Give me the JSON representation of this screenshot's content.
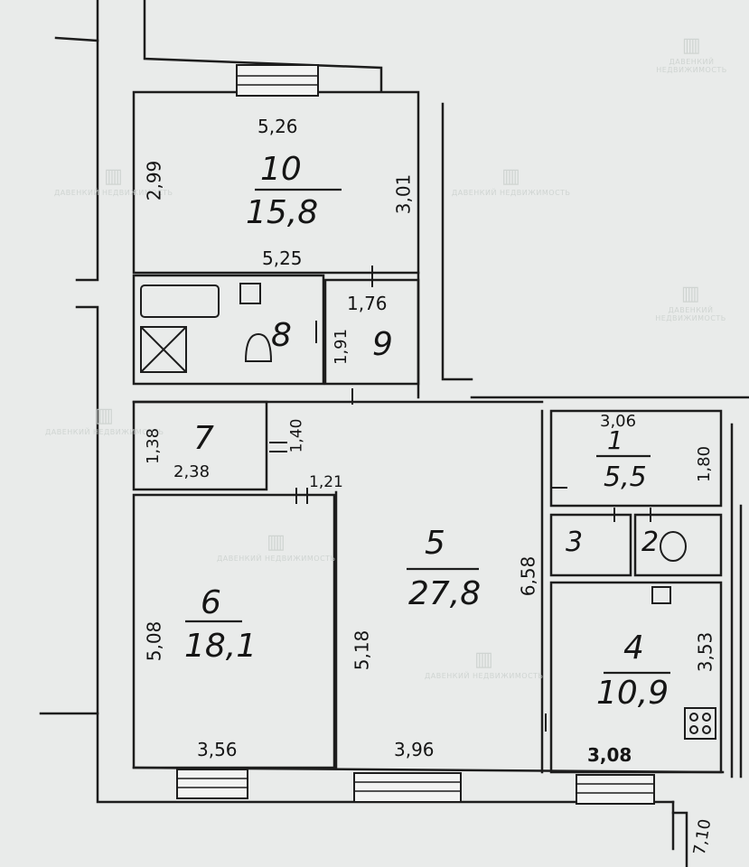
{
  "rooms": [
    {
      "number": "10",
      "area": "15,8"
    },
    {
      "number": "8",
      "area": ""
    },
    {
      "number": "9",
      "area": ""
    },
    {
      "number": "7",
      "area": ""
    },
    {
      "number": "5",
      "area": "27,8"
    },
    {
      "number": "1",
      "area": "5,5"
    },
    {
      "number": "3",
      "area": ""
    },
    {
      "number": "2",
      "area": ""
    },
    {
      "number": "6",
      "area": "18,1"
    },
    {
      "number": "4",
      "area": "10,9"
    }
  ],
  "dimensions": {
    "r10_top": "5,26",
    "r10_bottom": "5,25",
    "r10_left": "2,99",
    "r10_right": "3,01",
    "r9_top": "1,76",
    "r9_side": "1,91",
    "r7_side": "1,38",
    "r7_bottom": "2,38",
    "door_a": "1,40",
    "door_b": "1,21",
    "r1_top": "3,06",
    "r1_side": "1,80",
    "r6_side": "5,08",
    "r6_bottom": "3,56",
    "r5_side": "5,18",
    "r5_right": "6,58",
    "r5_bottom": "3,96",
    "r4_side": "3,53",
    "r4_bottom": "3,08",
    "corner": "7,10"
  },
  "watermark": {
    "logo_text": "ДАВЕНКИЙ НЕДВИЖИМОСТЬ"
  }
}
